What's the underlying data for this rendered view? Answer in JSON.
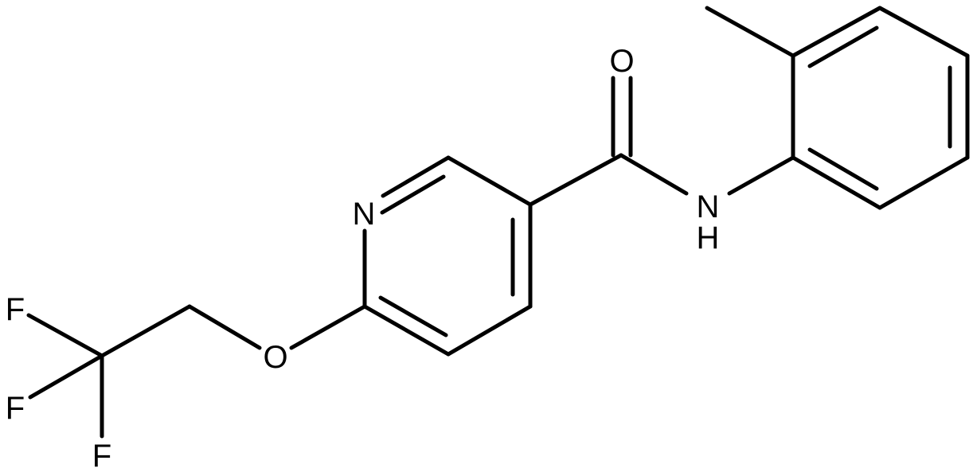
{
  "molecule": {
    "atoms": {
      "oxygen_carbonyl": "O",
      "nitrogen_amide": "N",
      "hydrogen_amide": "H",
      "nitrogen_pyridine": "N",
      "oxygen_ether": "O",
      "fluorine_1": "F",
      "fluorine_2": "F",
      "fluorine_3": "F"
    }
  }
}
